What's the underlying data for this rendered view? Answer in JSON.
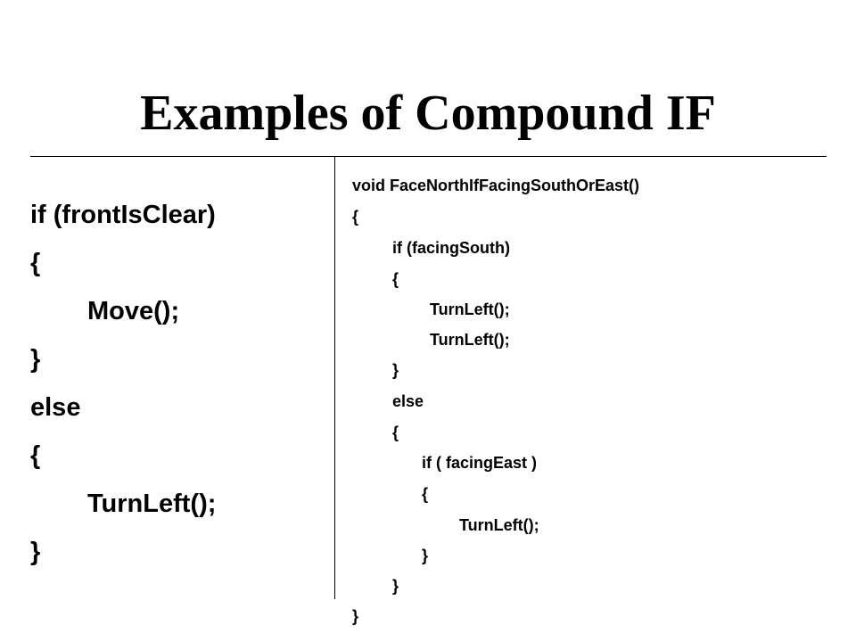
{
  "title": "Examples of Compound IF",
  "left_code": [
    "if (frontIsClear)",
    "{",
    "Move();",
    "}",
    "else",
    "{",
    "TurnLeft();",
    "}"
  ],
  "right_code": [
    "void FaceNorthIfFacingSouthOrEast()",
    "{",
    "if (facingSouth)",
    "{",
    "TurnLeft();",
    "TurnLeft();",
    "}",
    "else",
    "{",
    "if ( facingEast )",
    "{",
    "TurnLeft();",
    "}",
    "}",
    "}"
  ]
}
